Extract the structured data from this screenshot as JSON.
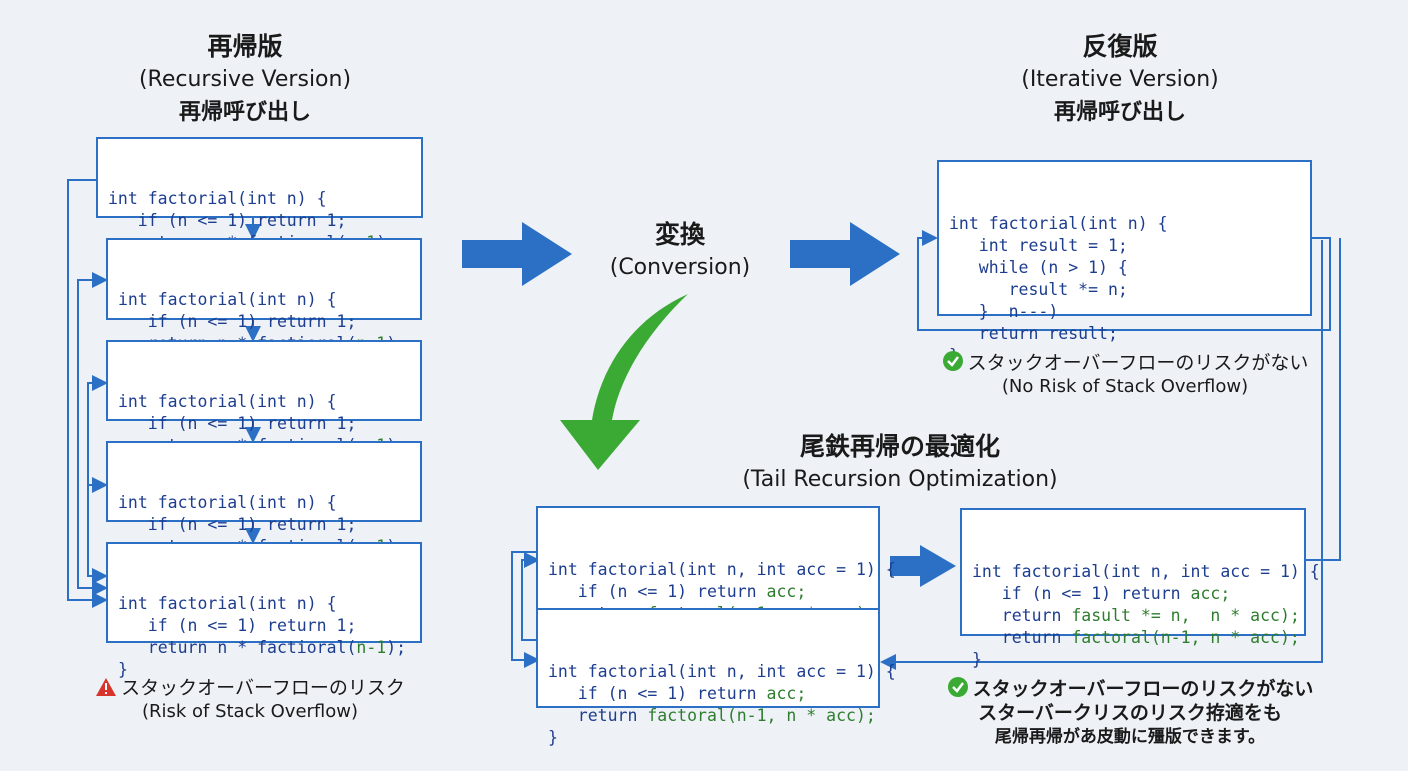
{
  "recursive": {
    "title_jp": "再帰版",
    "title_en": "(Recursive Version)",
    "subtitle": "再帰呼び出し",
    "frame": {
      "line1": "int factorial(int n) {",
      "line2": "   if (n <= 1) return 1;",
      "line3_a": "   return n * factioral(",
      "line3_b": "n-1",
      "line3_c": ");",
      "line4": "}"
    },
    "risk_jp": "スタックオーバーフローのリスク",
    "risk_en": "(Risk of Stack Overflow)"
  },
  "conversion": {
    "label_jp": "変換",
    "label_en": "(Conversion)"
  },
  "iterative": {
    "title_jp": "反復版",
    "title_en": "(Iterative Version)",
    "subtitle": "再帰呼び出し",
    "code": {
      "line1": "int factorial(int n) {",
      "line2": "   int result = 1;",
      "line3": "   while (n > 1) {",
      "line4": "      result *= n;",
      "line5": "   }  n---)",
      "line6": "   return result;",
      "line7": "}"
    },
    "no_risk_jp": "スタックオーバーフローのリスクがない",
    "no_risk_en": "(No Risk of Stack Overflow)"
  },
  "tail": {
    "title_jp": "尾鉄再帰の最適化",
    "title_en": "(Tail Recursion Optimization)",
    "frame": {
      "line1": "int factorial(int n, int acc = 1) {",
      "line2_a": "   if (n <= 1) return ",
      "line2_b": "acc;",
      "line3_a": "   return ",
      "line3_b": "factoral(n-1, n * acc);",
      "line4": "}"
    },
    "optimized": {
      "line1": "int factorial(int n, int acc = 1) {",
      "line2_a": "   if (n <= 1) return ",
      "line2_b": "acc;",
      "line3_a": "   return ",
      "line3_b": "fasult *= n,  n * acc);",
      "line4_a": "   return ",
      "line4_b": "factoral(n-1, n * acc);",
      "line5": "}"
    },
    "note_line1": "スタックオーバーフローのリスクがない",
    "note_line2": "スターバークリスのリスク拵適をも",
    "note_line3": "尾帰再帰があ皮動に殭版できます。"
  },
  "colors": {
    "blue": "#2b70c4",
    "green_arrow": "#3aaa35",
    "check_green": "#3aaa35",
    "warning_red": "#d8342c"
  }
}
